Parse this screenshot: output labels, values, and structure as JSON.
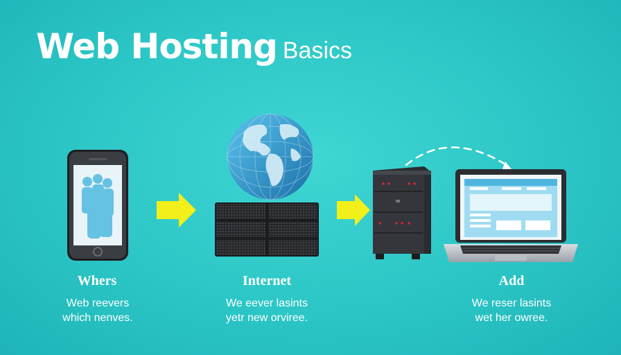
{
  "title": {
    "main": "Web Hosting",
    "sub": "Basics"
  },
  "steps": [
    {
      "label": "Whers",
      "desc": [
        "Web reevers",
        "which nenves."
      ]
    },
    {
      "label": "Internet",
      "desc": [
        "We eever lasints",
        "yetr new orviree."
      ]
    },
    {
      "label": "Add",
      "desc": [
        "We reser lasints",
        "wet her owree."
      ]
    }
  ],
  "colors": {
    "background": "#2cc6c6",
    "arrow": "#f2ef1a",
    "device": "#2d2f33",
    "screen": "#6fd0ee",
    "globe": "#2a8fc4"
  },
  "icons": [
    "smartphone-icon",
    "arrow-right-icon",
    "globe-icon",
    "server-rack-icon",
    "tower-server-icon",
    "laptop-icon",
    "dashed-arc-arrow-icon"
  ]
}
